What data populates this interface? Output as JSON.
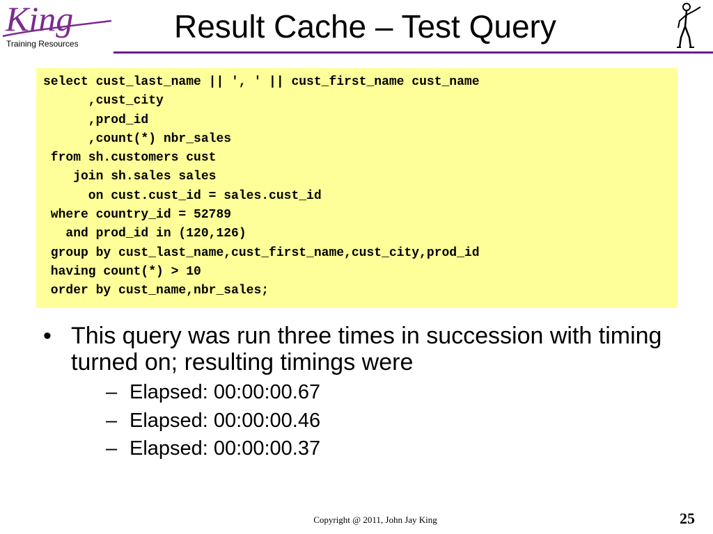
{
  "logo": {
    "brand": "King",
    "subtitle": "Training Resources",
    "color": "#7b2a8e"
  },
  "title": "Result Cache – Test Query",
  "code": {
    "background": "#ffff99",
    "lines": [
      "select cust_last_name || ', ' || cust_first_name cust_name",
      "      ,cust_city",
      "      ,prod_id",
      "      ,count(*) nbr_sales",
      " from sh.customers cust",
      "    join sh.sales sales",
      "      on cust.cust_id = sales.cust_id",
      " where country_id = 52789",
      "   and prod_id in (120,126)",
      " group by cust_last_name,cust_first_name,cust_city,prod_id",
      " having count(*) > 10",
      " order by cust_name,nbr_sales;"
    ]
  },
  "bullets": [
    {
      "marker": "•",
      "text": "This query was run three times in succession with timing turned on; resulting timings were",
      "sub": [
        {
          "marker": "–",
          "text": "Elapsed: 00:00:00.67"
        },
        {
          "marker": "–",
          "text": "Elapsed: 00:00:00.46"
        },
        {
          "marker": "–",
          "text": "Elapsed: 00:00:00.37"
        }
      ]
    }
  ],
  "footer": {
    "copyright": "Copyright @ 2011, John Jay King",
    "page_number": "25"
  },
  "icons": {
    "figure": "stick-figure-icon"
  },
  "colors": {
    "rule": "#6a1b8a",
    "text": "#000000"
  }
}
